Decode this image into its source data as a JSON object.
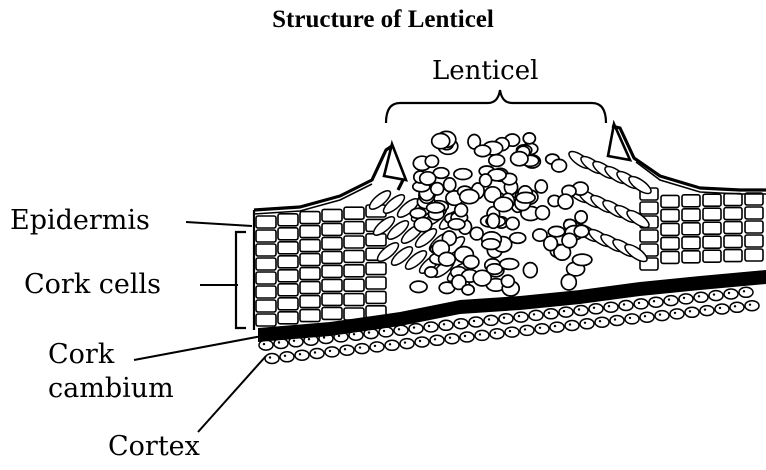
{
  "title": "Structure of Lenticel",
  "labels": {
    "lenticel": "Lenticel",
    "epidermis": "Epidermis",
    "cork_cells": "Cork cells",
    "cork_line1": "Cork",
    "cork_line2": "cambium",
    "cortex": "Cortex"
  },
  "colors": {
    "ink": "#000000",
    "background": "#ffffff"
  }
}
